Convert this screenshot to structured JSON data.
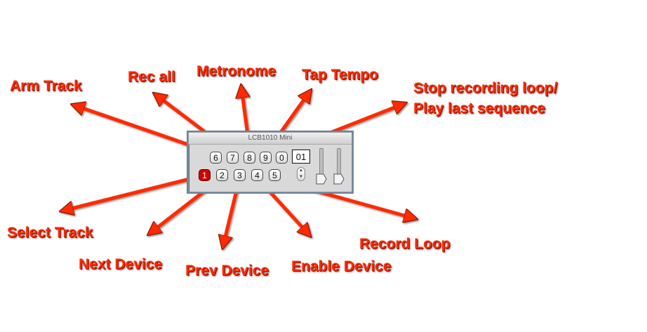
{
  "window": {
    "title": "LCB1010 Mini"
  },
  "pads_top": [
    "6",
    "7",
    "8",
    "9",
    "0"
  ],
  "pads_bottom": [
    "1",
    "2",
    "3",
    "4",
    "5"
  ],
  "display_value": "01",
  "labels": {
    "arm_track": "Arm Track",
    "rec_all": "Rec all",
    "metronome": "Metronome",
    "tap_tempo": "Tap Tempo",
    "stop_recording_line1": "Stop recording loop/",
    "stop_recording_line2": "Play last sequence",
    "select_track": "Select Track",
    "next_device": "Next Device",
    "prev_device": "Prev Device",
    "enable_device": "Enable Device",
    "record_loop": "Record Loop"
  },
  "colors": {
    "annotation": "#ff2a00",
    "active_pad": "#d10000"
  },
  "active_pad_index": 0
}
